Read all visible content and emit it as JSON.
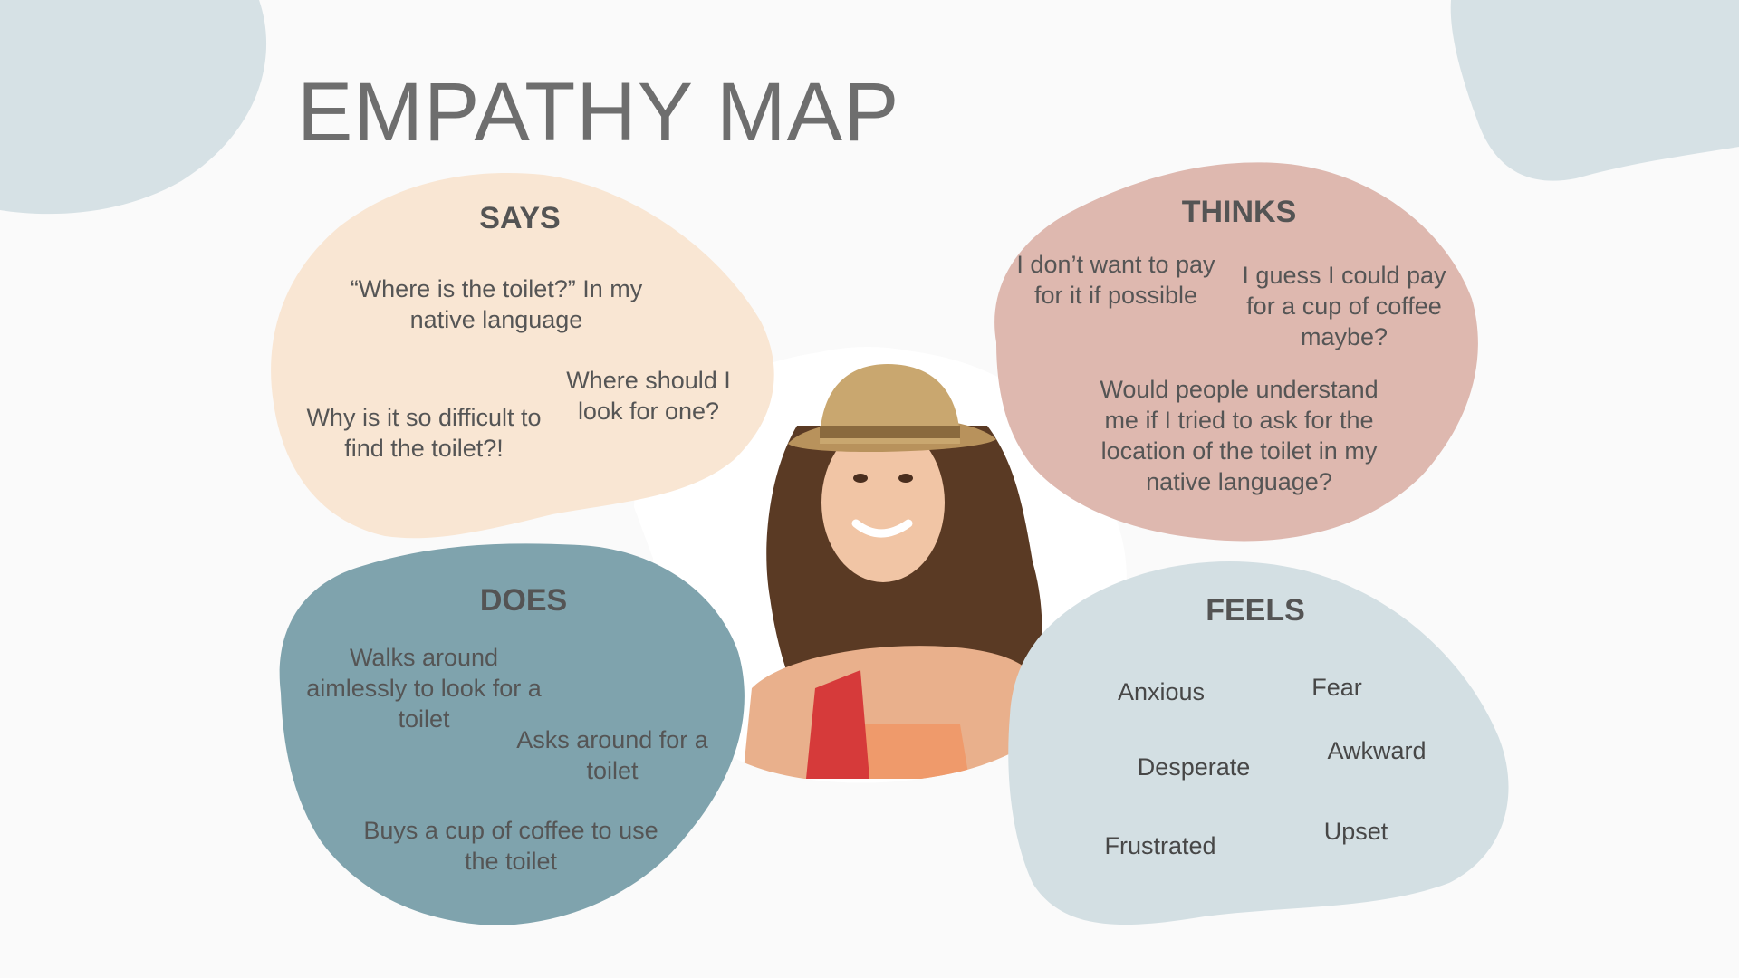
{
  "title": "EMPATHY MAP",
  "colors": {
    "background": "#fafafa",
    "corner_blob": "#d6e1e5",
    "says": "#f9e6d3",
    "thinks": "#deb8af",
    "does": "#7fa3ad",
    "feels": "#d3dfe3",
    "title_text": "#6e6e6e",
    "heading_text": "#545454"
  },
  "image": {
    "subject": "smiling woman wearing a straw fedora hat"
  },
  "quadrants": {
    "says": {
      "heading": "SAYS",
      "notes": [
        "“Where is the toilet?” In my native language",
        "Why is it so difficult to find the toilet?!",
        "Where should I look for one?"
      ]
    },
    "thinks": {
      "heading": "THINKS",
      "notes": [
        "I don’t want to pay for it if possible",
        "I guess I could pay for a cup of coffee maybe?",
        "Would people understand me if I tried to ask for the location of the toilet in my native language?"
      ]
    },
    "does": {
      "heading": "DOES",
      "notes": [
        "Walks around aimlessly to look for a toilet",
        "Asks around for a toilet",
        "Buys a cup of coffee to use the toilet"
      ]
    },
    "feels": {
      "heading": "FEELS",
      "notes": [
        "Anxious",
        "Fear",
        "Desperate",
        "Awkward",
        "Frustrated",
        "Upset"
      ]
    }
  }
}
